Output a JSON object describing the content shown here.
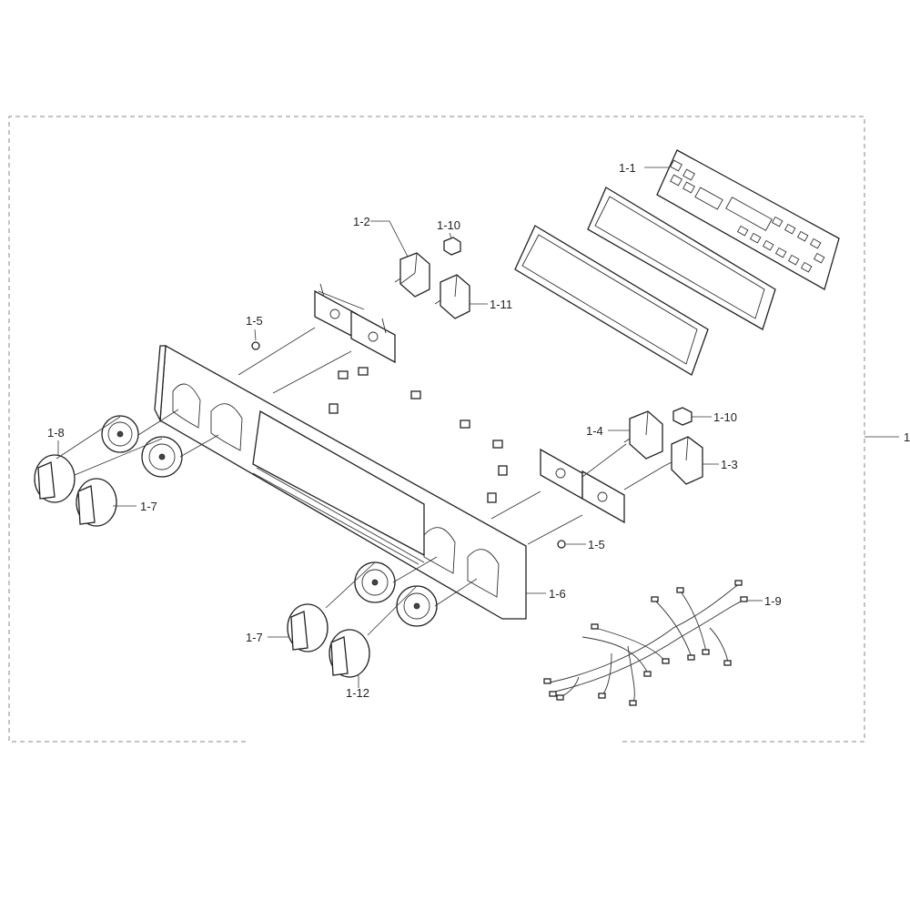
{
  "assembly_label": "1",
  "callouts": {
    "c1_1": "1-1",
    "c1_2": "1-2",
    "c1_10a": "1-10",
    "c1_11": "1-11",
    "c1_5a": "1-5",
    "c1_10b": "1-10",
    "c1_4": "1-4",
    "c1_3": "1-3",
    "c1_5b": "1-5",
    "c1_8": "1-8",
    "c1_7a": "1-7",
    "c1_6": "1-6",
    "c1_9": "1-9",
    "c1_7b": "1-7",
    "c1_12": "1-12"
  }
}
